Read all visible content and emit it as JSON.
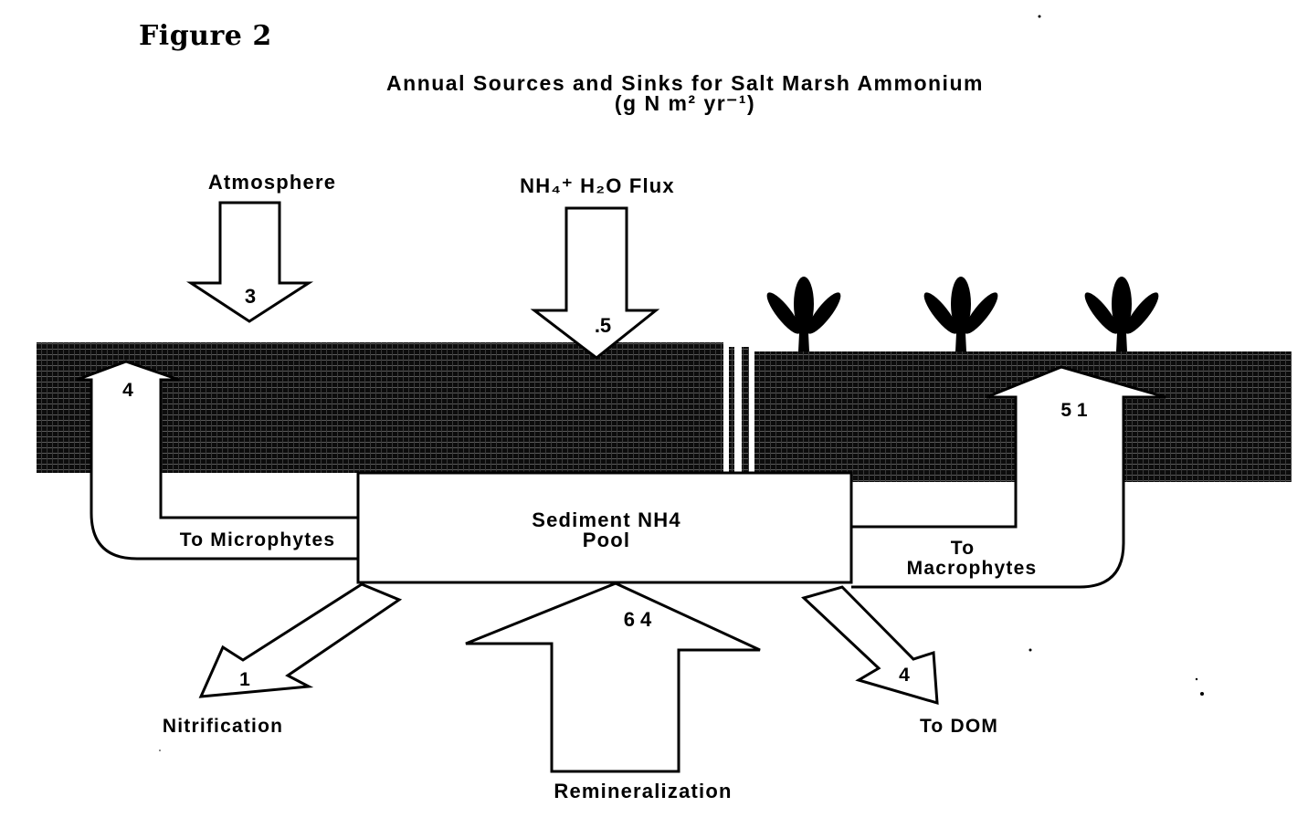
{
  "figure_label": "Figure 2",
  "title": {
    "line1": "Annual Sources and Sinks for Salt Marsh Ammonium",
    "line2": "(g N m² yr⁻¹)"
  },
  "sources": {
    "atmosphere": {
      "label": "Atmosphere",
      "value": "3"
    },
    "water_flux": {
      "label": "NH₄⁺ H₂O  Flux",
      "value": ".5"
    },
    "remineralization": {
      "label": "Remineralization",
      "value": "6 4"
    }
  },
  "pool": {
    "line1": "Sediment NH4",
    "line2": "Pool"
  },
  "sinks": {
    "microphytes": {
      "label": "To Microphytes",
      "value": "4"
    },
    "macrophytes": {
      "label_line1": "To",
      "label_line2": "Macrophytes",
      "value": "5 1"
    },
    "nitrification": {
      "label": "Nitrification",
      "value": "1"
    },
    "dom": {
      "label": "To DOM",
      "value": "4"
    }
  },
  "colors": {
    "ink": "#000000",
    "sediment": "#111111",
    "paper": "#ffffff"
  }
}
